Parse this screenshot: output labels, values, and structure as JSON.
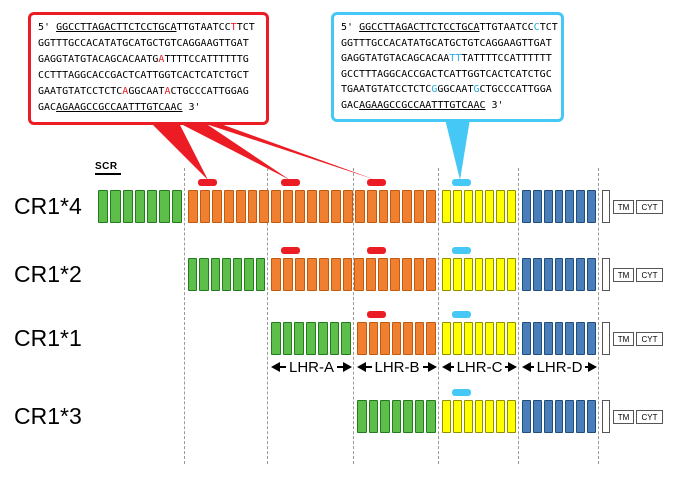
{
  "figure": {
    "scr_label": "SCR",
    "tm_label": "TM",
    "cyt_label": "CYT"
  },
  "colors": {
    "green": "#5DBE4A",
    "green_border": "#237A1F",
    "orange": "#F0802F",
    "orange_border": "#BF5B10",
    "yellow": "#FFFF00",
    "yellow_border": "#8F8F00",
    "blue": "#4A7EBB",
    "blue_border": "#1F4E79",
    "red_accent": "#EC1C24",
    "cyan_accent": "#45C8F5",
    "cyan_text": "#29ABE2"
  },
  "sequence_boxes": [
    {
      "id": "red",
      "border_color": "#EC1C24",
      "highlight_color": "#EC1C24",
      "lines": [
        [
          {
            "t": "5' "
          },
          {
            "t": "GGCCTTAGACTTCTCCTGCA",
            "u": true
          },
          {
            "t": "TTGTAATCC"
          },
          {
            "t": "T",
            "h": true
          },
          {
            "t": "TCT"
          }
        ],
        [
          {
            "t": "GGTTTGCCACATATGCATGCTGTCAGGAAGTTGAT"
          }
        ],
        [
          {
            "t": "GAGGTATGTACAGCACAATG"
          },
          {
            "t": "A",
            "h": true
          },
          {
            "t": "TTTTCCATTTTTTG"
          }
        ],
        [
          {
            "t": "CCTTTAGGCACCGACTCATTGGTCACTCATCTGCT"
          }
        ],
        [
          {
            "t": "GAATGTATCCTCTC"
          },
          {
            "t": "A",
            "h": true
          },
          {
            "t": "GGCAAT"
          },
          {
            "t": "A",
            "h": true
          },
          {
            "t": "CTGCCCATTGGAG"
          }
        ],
        [
          {
            "t": "GAC"
          },
          {
            "t": "AGAAGCCGCCAATTTGTCAAC",
            "u": true
          },
          {
            "t": " 3'"
          }
        ]
      ]
    },
    {
      "id": "cyan",
      "border_color": "#45C8F5",
      "highlight_color": "#29ABE2",
      "lines": [
        [
          {
            "t": "5' "
          },
          {
            "t": "GGCCTTAGACTTCTCCTGCA",
            "u": true
          },
          {
            "t": "TTGTAATCC"
          },
          {
            "t": "C",
            "h": true
          },
          {
            "t": "TCT"
          }
        ],
        [
          {
            "t": "GGTTTGCCACATATGCATGCTGTCAGGAAGTTGAT"
          }
        ],
        [
          {
            "t": "GAGGTATGTACAGCACAA"
          },
          {
            "t": "TT",
            "h": true
          },
          {
            "t": "TATTTTCCATTTTTT"
          }
        ],
        [
          {
            "t": "GCCTTTAGGCACCGACTCATTGGTCACTCATCTGC"
          }
        ],
        [
          {
            "t": "TGAATGTATCCTCTC"
          },
          {
            "t": "G",
            "h": true
          },
          {
            "t": "GGCAAT"
          },
          {
            "t": "G",
            "h": true
          },
          {
            "t": "CTGCCCATTGGA"
          }
        ],
        [
          {
            "t": "GAC"
          },
          {
            "t": "AGAAGCCGCCAATTTGTCAAC",
            "u": true
          },
          {
            "t": " 3'"
          }
        ]
      ]
    }
  ],
  "rows": [
    {
      "label": "CR1*4",
      "segments": [
        {
          "color": "green",
          "col": 0,
          "span": 1,
          "blocks": 7
        },
        {
          "color": "orange",
          "col": 1,
          "span": 3,
          "blocks": 21
        },
        {
          "color": "yellow",
          "col": 4,
          "span": 1,
          "blocks": 7
        },
        {
          "color": "blue",
          "col": 5,
          "span": 1,
          "blocks": 7
        }
      ],
      "markers": [
        {
          "color": "red",
          "col": 1
        },
        {
          "color": "red",
          "col": 2
        },
        {
          "color": "red",
          "col": 3
        },
        {
          "color": "cyan",
          "col": 4
        }
      ]
    },
    {
      "label": "CR1*2",
      "segments": [
        {
          "color": "green",
          "col": 1,
          "span": 1,
          "blocks": 7
        },
        {
          "color": "orange",
          "col": 2,
          "span": 2,
          "blocks": 14
        },
        {
          "color": "yellow",
          "col": 4,
          "span": 1,
          "blocks": 7
        },
        {
          "color": "blue",
          "col": 5,
          "span": 1,
          "blocks": 7
        }
      ],
      "markers": [
        {
          "color": "red",
          "col": 2
        },
        {
          "color": "red",
          "col": 3
        },
        {
          "color": "cyan",
          "col": 4
        }
      ]
    },
    {
      "label": "CR1*1",
      "segments": [
        {
          "color": "green",
          "col": 2,
          "span": 1,
          "blocks": 7
        },
        {
          "color": "orange",
          "col": 3,
          "span": 1,
          "blocks": 7
        },
        {
          "color": "yellow",
          "col": 4,
          "span": 1,
          "blocks": 7
        },
        {
          "color": "blue",
          "col": 5,
          "span": 1,
          "blocks": 7
        }
      ],
      "markers": [
        {
          "color": "red",
          "col": 3
        },
        {
          "color": "cyan",
          "col": 4
        }
      ]
    },
    {
      "label": "CR1*3",
      "segments": [
        {
          "color": "green",
          "col": 3,
          "span": 1,
          "blocks": 7
        },
        {
          "color": "yellow",
          "col": 4,
          "span": 1,
          "blocks": 7
        },
        {
          "color": "blue",
          "col": 5,
          "span": 1,
          "blocks": 7
        }
      ],
      "markers": [
        {
          "color": "cyan",
          "col": 4
        }
      ]
    }
  ],
  "lhr_labels": [
    "LHR-A",
    "LHR-B",
    "LHR-C",
    "LHR-D"
  ]
}
